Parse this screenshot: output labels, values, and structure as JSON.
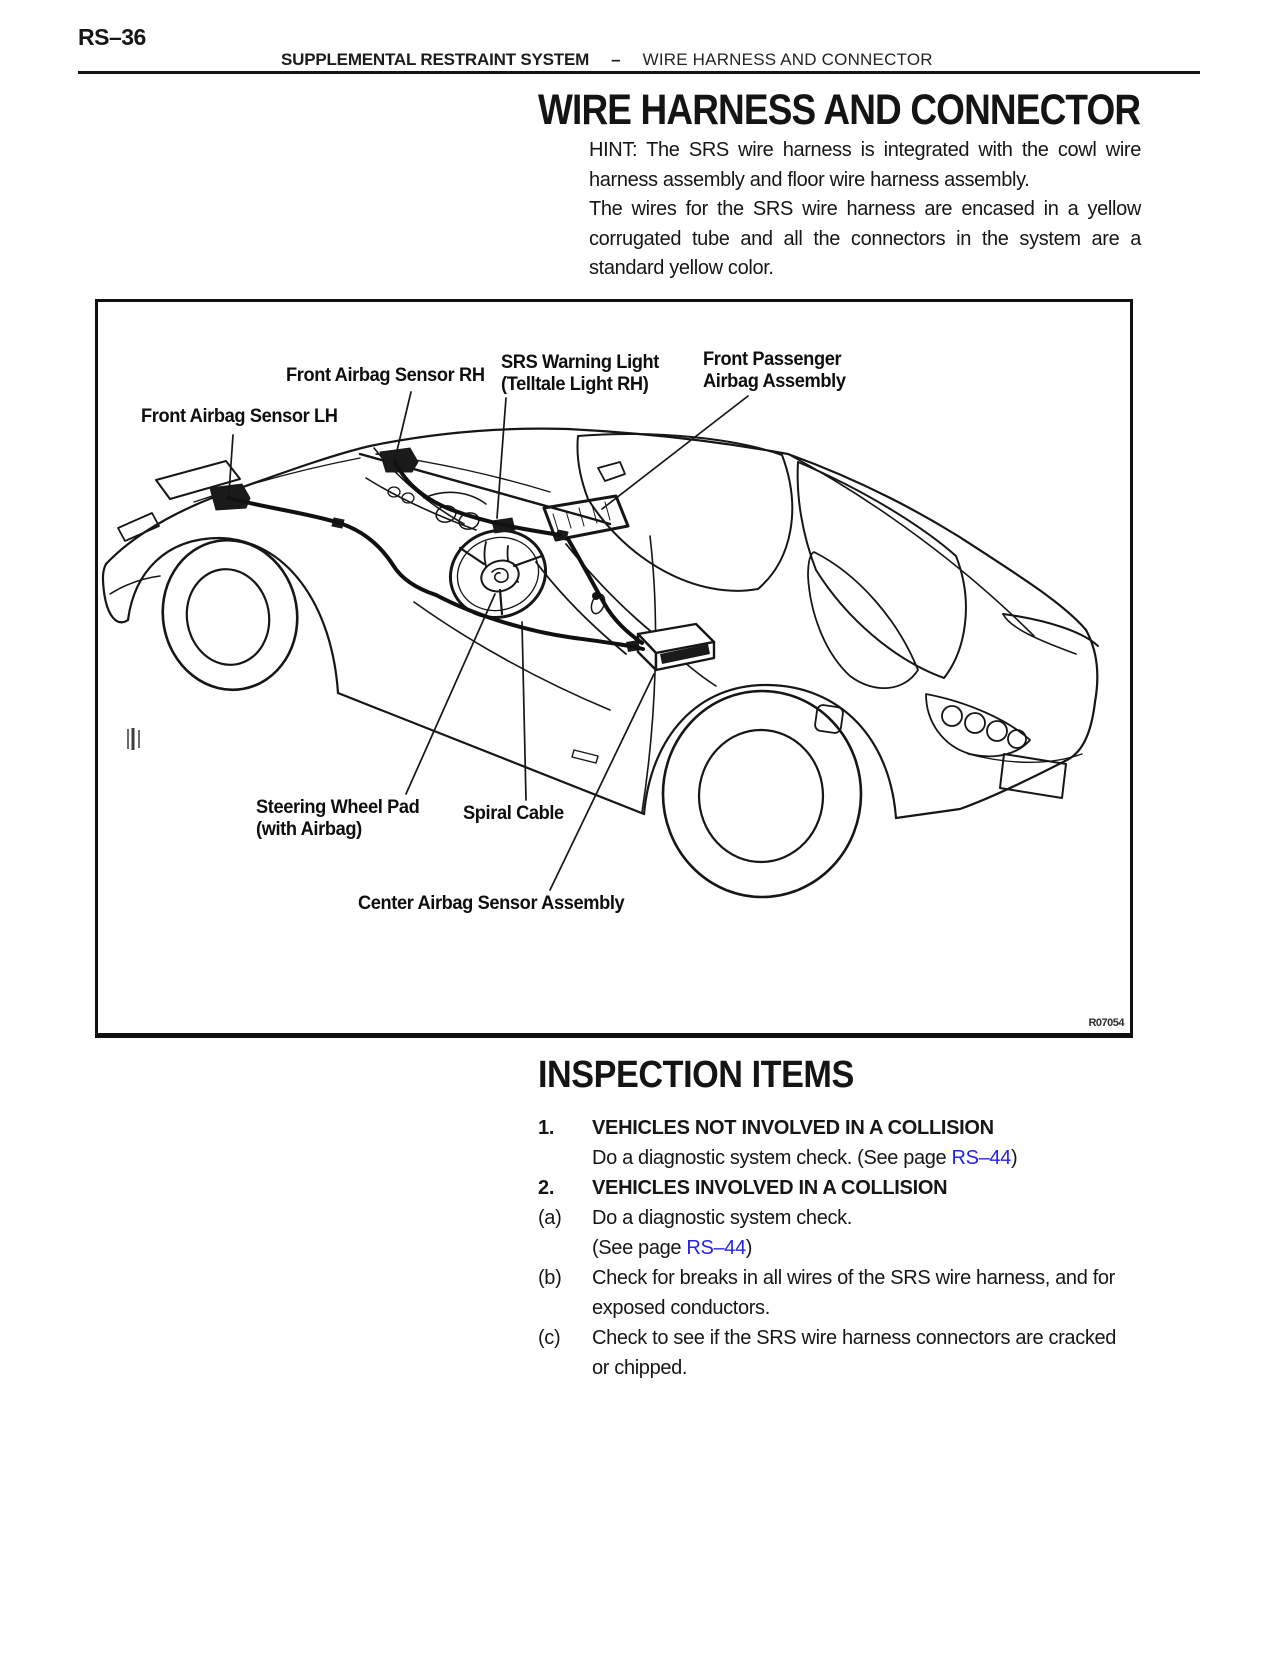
{
  "colors": {
    "ink": "#141414",
    "link_blue": "#2323EC",
    "paper": "#FFFFFF"
  },
  "page": {
    "number": "RS–36"
  },
  "running_header": {
    "section": "SUPPLEMENTAL RESTRAINT SYSTEM",
    "separator": "–",
    "topic": "WIRE HARNESS AND CONNECTOR"
  },
  "title": "WIRE HARNESS AND CONNECTOR",
  "hint": {
    "lines": [
      "HINT: The SRS wire harness is integrated with the cowl wire",
      "harness assembly and floor wire harness assembly.",
      "The wires for the SRS wire harness are encased in a yellow",
      "corrugated tube and all the connectors in the system are a",
      "standard yellow color."
    ]
  },
  "figure": {
    "code": "R07054",
    "labels": {
      "front_airbag_sensor_rh": "Front Airbag Sensor RH",
      "front_airbag_sensor_lh": "Front Airbag Sensor LH",
      "srs_warning_light": "SRS Warning Light\n(Telltale Light RH)",
      "front_passenger_airbag": "Front Passenger\nAirbag Assembly",
      "steering_wheel_pad": "Steering Wheel Pad\n(with Airbag)",
      "spiral_cable": "Spiral Cable",
      "center_airbag_sensor": "Center Airbag Sensor Assembly"
    }
  },
  "inspection": {
    "heading": "INSPECTION ITEMS",
    "items": [
      {
        "marker": "1.",
        "title": "VEHICLES NOT INVOLVED IN A COLLISION"
      },
      {
        "marker": "",
        "pre": "Do a diagnostic system check. (See page ",
        "link": "RS–44",
        "post": ")"
      },
      {
        "marker": "2.",
        "title": "VEHICLES INVOLVED IN A COLLISION"
      },
      {
        "marker": "(a)",
        "text": "Do a diagnostic system check."
      },
      {
        "marker": "",
        "pre": "(See page ",
        "link": "RS–44",
        "post": ")"
      },
      {
        "marker": "(b)",
        "line1": "Check for breaks in all wires of the SRS wire harness, and for",
        "line2": "exposed conductors."
      },
      {
        "marker": "(c)",
        "line1": "Check to see if the SRS wire harness connectors are cracked",
        "line2": "or chipped."
      }
    ]
  }
}
